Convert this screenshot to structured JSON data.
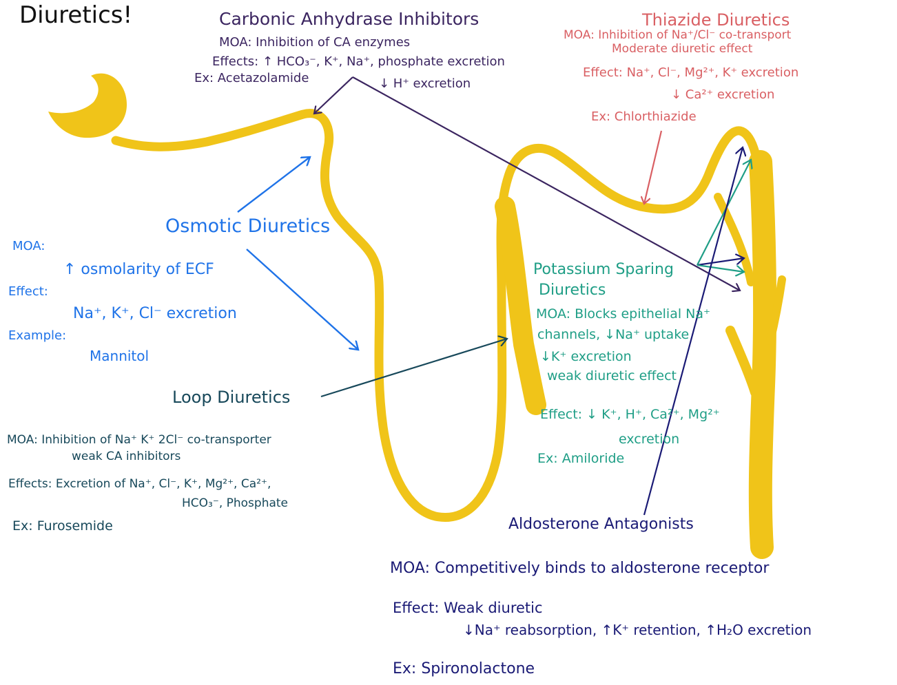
{
  "title": "Diuretics!",
  "colors": {
    "nephron": "#f0c419",
    "carbonic": "#3b2560",
    "thiazide": "#d95f63",
    "osmotic": "#1f73e8",
    "potassium": "#1f9e86",
    "loop": "#17485a",
    "aldosterone": "#1a1a75"
  },
  "carbonic": {
    "heading": "Carbonic Anhydrase Inhibitors",
    "moa": "MOA: Inhibition of CA enzymes",
    "effects": "Effects: ↑ HCO₃⁻, K⁺, Na⁺, phosphate excretion",
    "effects2": "↓ H⁺ excretion",
    "example": "Ex: Acetazolamide"
  },
  "thiazide": {
    "heading": "Thiazide Diuretics",
    "moa": "MOA: Inhibition of Na⁺/Cl⁻ co-transport",
    "moa2": "Moderate diuretic effect",
    "effect": "Effect: Na⁺, Cl⁻, Mg²⁺, K⁺ excretion",
    "effect2": "↓ Ca²⁺ excretion",
    "example": "Ex: Chlorthiazide"
  },
  "osmotic": {
    "heading": "Osmotic Diuretics",
    "moa_label": "MOA:",
    "moa": "↑ osmolarity of ECF",
    "effect_label": "Effect:",
    "effect": "Na⁺, K⁺, Cl⁻ excretion",
    "example_label": "Example:",
    "example": "Mannitol"
  },
  "potassium": {
    "heading": "Potassium Sparing",
    "heading2": "Diuretics",
    "moa": "MOA: Blocks epithelial Na⁺",
    "moa2": "channels, ↓Na⁺ uptake",
    "moa3": "↓K⁺ excretion",
    "moa4": "weak diuretic effect",
    "effect": "Effect: ↓ K⁺, H⁺, Ca²⁺, Mg²⁺",
    "effect2": "excretion",
    "example": "Ex: Amiloride"
  },
  "loop": {
    "heading": "Loop Diuretics",
    "moa": "MOA: Inhibition of Na⁺ K⁺ 2Cl⁻ co-transporter",
    "moa2": "weak CA inhibitors",
    "effects": "Effects: Excretion of Na⁺, Cl⁻, K⁺, Mg²⁺, Ca²⁺,",
    "effects2": "HCO₃⁻, Phosphate",
    "example": "Ex: Furosemide"
  },
  "aldosterone": {
    "heading": "Aldosterone Antagonists",
    "moa": "MOA: Competitively binds to aldosterone receptor",
    "effect": "Effect: Weak diuretic",
    "effect2": "↓Na⁺ reabsorption, ↑K⁺ retention, ↑H₂O excretion",
    "example": "Ex: Spironolactone"
  }
}
